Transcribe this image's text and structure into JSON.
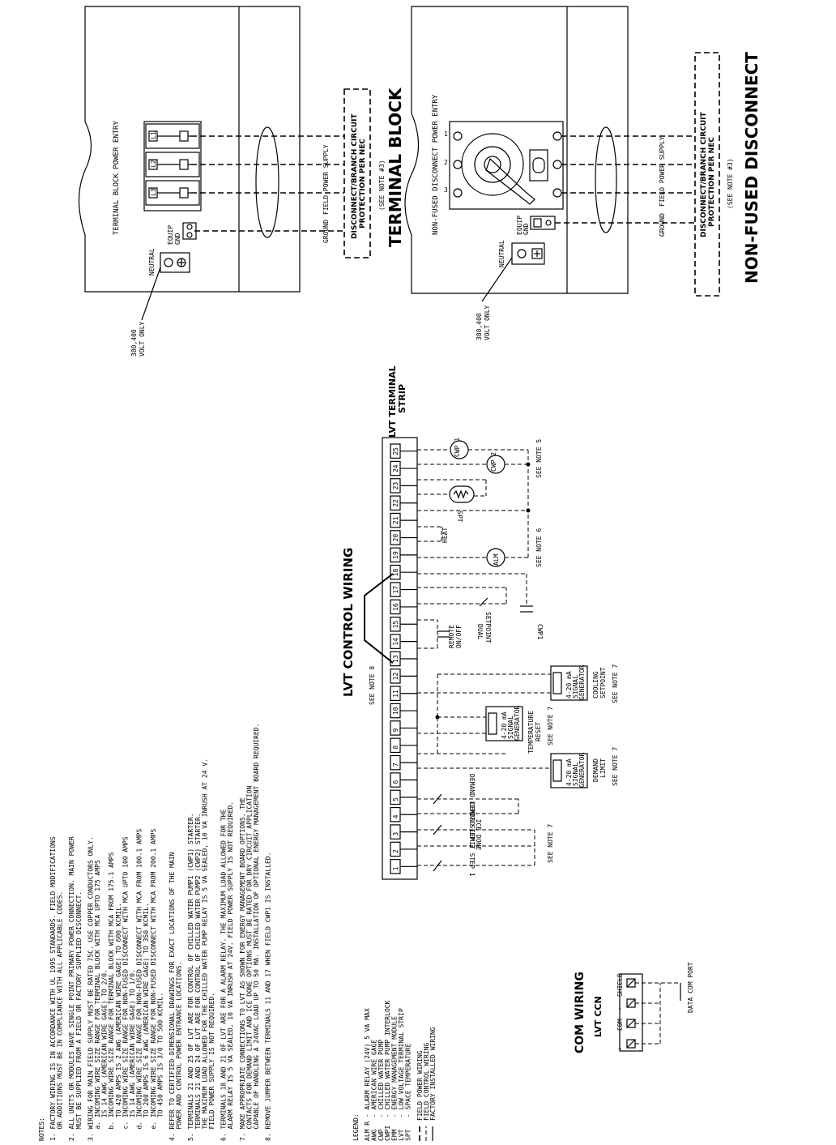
{
  "top": {
    "terminal_block": {
      "entry_label": "TERMINAL BLOCK POWER ENTRY",
      "terminals": [
        "L1",
        "L2",
        "L3"
      ],
      "neutral": "NEUTRAL",
      "equip_gnd": [
        "EQUIP",
        "GND"
      ],
      "volt_note": [
        "380,400",
        "VOLT ONLY"
      ],
      "field_supply": "FIELD POWER SUPPLY",
      "ground": "GROUND",
      "disconnect": [
        "DISCONNECT/BRANCH CIRCUIT",
        "PROTECTION PER NEC",
        "(SEE NOTE #3)"
      ],
      "title": "TERMINAL BLOCK"
    },
    "non_fused": {
      "entry_label": "NON-FUSED DISCONNECT POWER ENTRY",
      "phase_numbers": [
        "1",
        "2",
        "3"
      ],
      "neutral": "NEUTRAL",
      "equip_gnd": [
        "EQUIP",
        "GND"
      ],
      "volt_note": [
        "380,400",
        "VOLT ONLY"
      ],
      "field_supply": "FIELD POWER SUPPLY",
      "ground": "GROUND",
      "disconnect": [
        "DISCONNECT/BRANCH CIRCUIT",
        "PROTECTION PER NEC",
        "(SEE NOTE #3)"
      ],
      "title": "NON-FUSED DISCONNECT"
    }
  },
  "lvt": {
    "title": "LVT CONTROL WIRING",
    "strip_label": [
      "LVT TERMINAL",
      "STRIP"
    ],
    "terminals": [
      "1",
      "2",
      "3",
      "4",
      "5",
      "6",
      "7",
      "8",
      "9",
      "10",
      "11",
      "12",
      "13",
      "14",
      "15",
      "16",
      "17",
      "18",
      "19",
      "20",
      "21",
      "22",
      "23",
      "24",
      "25"
    ],
    "see_note_8": "SEE NOTE 8",
    "labels": {
      "ice_done": "ICE DONE",
      "demand_step1": "DEMAND LIMIT STEP 1",
      "demand_step2": "DEMAND LIMIT STEP 2",
      "see_note_7": "SEE NOTE 7",
      "remote_onoff": [
        "REMOTE",
        "ON/OFF"
      ],
      "dual_setpoint": [
        "DUAL",
        "SETPOINT"
      ],
      "cwp1_contact": "CWP1",
      "heat": "HEAT",
      "alm": "ALM",
      "spt": "SPT",
      "cwp1": "CWP 1",
      "cwp2": "CWP 2",
      "see_note_5": "SEE NOTE 5",
      "see_note_6": "SEE NOTE 6",
      "signal_gen": [
        "4-20 mA",
        "SIGNAL",
        "GENERATOR"
      ],
      "demand_limit": [
        "DEMAND",
        "LIMIT",
        "SEE NOTE 7"
      ],
      "temp_reset": [
        "TEMPERATURE",
        "RESET",
        "SEE NOTE 7"
      ],
      "cooling_setpoint": [
        "COOLING",
        "SETPOINT",
        "SEE NOTE 7"
      ]
    }
  },
  "notes": {
    "heading": "NOTES:",
    "lines": [
      "1. FACTORY WIRING IS IN ACCORDANCE WITH UL 1995 STANDARDS. FIELD MODIFICATIONS",
      "   OR ADDITIONS MUST BE IN COMPLIANCE WITH ALL APPLICABLE CODES.",
      "2. ALL UNITS OR MODULES HAVE SINGLE POINT PRIMARY POWER CONNECTION. MAIN POWER",
      "   MUST BE SUPPLIED FROM A FIELD OR FACTORY SUPPLIED DISCONNECT.",
      "3. WIRING FOR MAIN FIELD SUPPLY MUST BE RATED 75C. USE COPPER CONDUCTORS ONLY.",
      "   a. INCOMING WIRE SIZE RANGE FOR TERMINAL BLOCK WITH MCA UPTO 175 AMPS",
      "      IS 14 AWG (AMERICAN WIRE GAGE) TO 2/0.",
      "   b. INCOMING WIRE SIZE RANGE FOR TERMINAL BLOCK WITH MCA FROM 175.1 AMPS",
      "      TO 420 AMPS IS 2 AWG (AMERICAN WIRE GAGE) TO 600 KCMIL.",
      "   c. INCOMING WIRE SIZE RANGE FOR NON-FUSED DISCONNECT WITH MCA UPTO 100 AMPS",
      "      IS 14 AWG (AMERICAN WIRE GAGE) TO 1/0.",
      "   d. INCOMING WIRE SIZE RANGE FOR NON-FUSED DISCONNECT WITH MCA FROM 100.1 AMPS",
      "      TO 200 AMPS IS 6 AWG (AMERICAN WIRE GAGE) TO 350 KCMIL.",
      "   e. INCOMING WIRE SIZE RANGE FOR NON-FUSED DISCONNECT WITH MCA FROM 200.1 AMPS",
      "      TO 450 AMPS IS 3/0 TO 500 KCMIL.",
      "4. REFER TO CERTIFIED DIMENSIONAL DRAWINGS FOR EXACT LOCATIONS OF THE MAIN",
      "   POWER AND CONTROL POWER ENTRANCE LOCATIONS.",
      "5. TERMINALS 21 AND 25 OF LVT ARE FOR CONTROL OF CHILLED WATER PUMP1 (CWP1) STARTER.",
      "   TERMINALS 21 AND 24 OF LVT ARE FOR CONTROL OF CHILLED WATER PUMP2 (CWP2) STARTER.",
      "   THE MAXIMUM LOAD ALLOWED FOR THE CHILLED WATER PUMP RELAY IS 5 VA SEALED, 10 VA INRUSH AT 24 V.",
      "   FIELD POWER SUPPLY IS NOT REQUIRED.",
      "6. TERMINALS 18 AND 21 OF LVT ARE FOR A ALARM RELAY. THE MAXIMUM LOAD ALLOWED FOR THE",
      "   ALARM RELAY IS 5 VA SEALED, 10 VA INRUSH AT 24V. FIELD POWER SUPPLY IS NOT REQUIRED.",
      "7. MAKE APPROPRIATE CONNECTIONS TO LVT AS SHOWN FOR ENERGY MANAGEMENT BOARD OPTIONS. THE",
      "   CONTACTS FOR DEMAND LIMIT AND ICE DONE OPTIONS MUST BE RATED FOR DRY CIRCUIT APPLICATION",
      "   CAPABLE OF HANDLING A 24VAC LOAD UP TO 50 MA. INSTALLATION OF OPTIONAL ENERGY MANAGEMENT BOARD REQUIRED.",
      "8. REMOVE JUMPER BETWEEN TERMINALS 11 AND 17 WHEN FIELD CWP1 IS INSTALLED."
    ]
  },
  "legend": {
    "heading": "LEGEND:",
    "items": [
      "ALM R - ALARM RELAY (24V) 5 VA MAX",
      "AWG   - AMERICAN WIRE GAGE",
      "CWP   - CHILLED WATER PUMP",
      "CWPI  - CHILLED WATER PUMP INTERLOCK",
      "EMM   - ENERGY MANAGEMENT MODULE",
      "LVT   - LOW VOLTAGE TERMINAL STRIP",
      "SPT   - SPACE TEMPERATURE"
    ],
    "wiring": [
      "FIELD POWER WIRING",
      "FIELD CONTROL WIRING",
      "FACTORY INSTALLED WIRING"
    ]
  },
  "com": {
    "title": "COM WIRING",
    "subtitle": "LVT CCN",
    "pins": [
      "+",
      "COM",
      "-",
      "SHIELD"
    ],
    "port": "DATA COM PORT"
  }
}
